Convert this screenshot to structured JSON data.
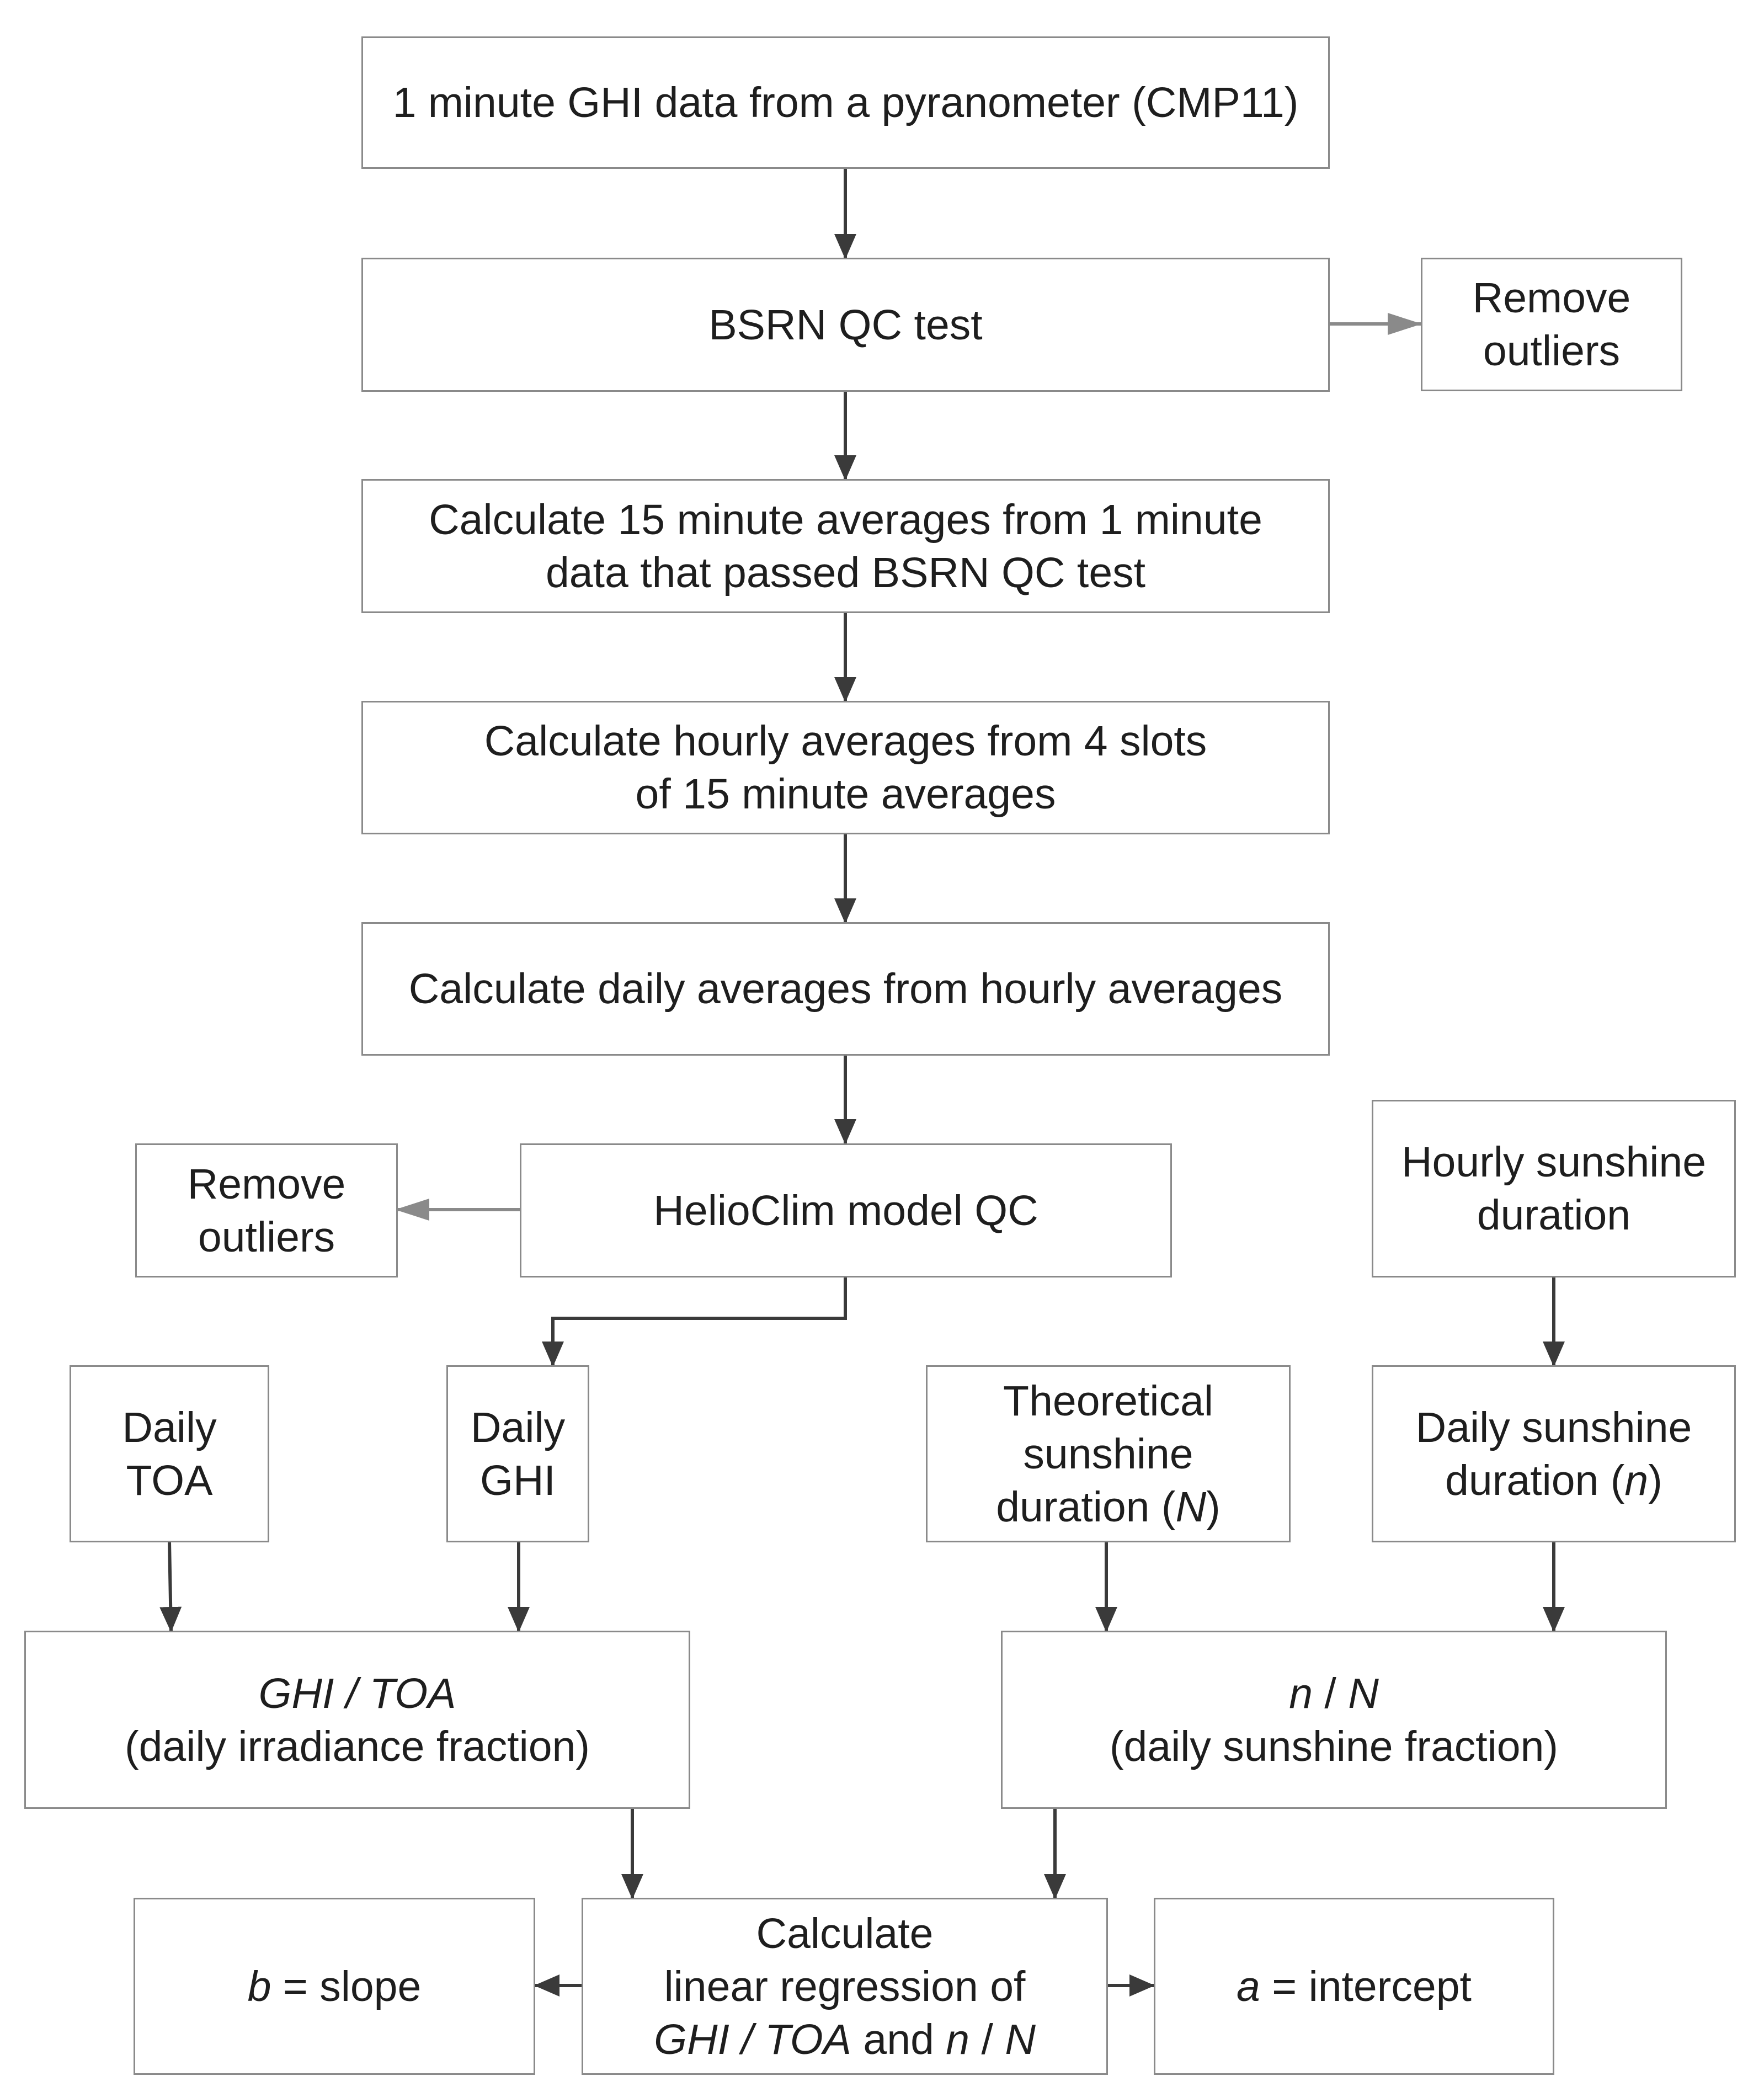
{
  "colors": {
    "box_border": "#8a8a8a",
    "text": "#1e1e1e",
    "main_arrow": "#3a3a3a",
    "side_arrow": "#8a8a8a",
    "background": "#ffffff"
  },
  "nodes": {
    "gh1": {
      "line1": "1 minute GHI data from a pyranometer (CMP11)"
    },
    "bsrn": {
      "line1": "BSRN QC test"
    },
    "remove_top": {
      "line1": "Remove",
      "line2": "outliers"
    },
    "avg15": {
      "line1": "Calculate 15 minute averages from 1 minute",
      "line2": "data that passed BSRN QC test"
    },
    "hourly": {
      "line1": "Calculate hourly averages from 4 slots",
      "line2": "of 15 minute averages"
    },
    "daily": {
      "line1": "Calculate daily averages from hourly averages"
    },
    "helioclim": {
      "line1": "HelioClim model QC"
    },
    "remove_mid": {
      "line1": "Remove",
      "line2": "outliers"
    },
    "hourly_sunshine": {
      "line1": "Hourly sunshine",
      "line2": "duration"
    },
    "daily_toa": {
      "line1": "Daily",
      "line2": "TOA"
    },
    "daily_ghi": {
      "line1": "Daily",
      "line2": "GHI"
    },
    "theoretical": {
      "line1": "Theoretical",
      "line2": "sunshine",
      "line3_pre": "duration (",
      "line3_var": "N",
      "line3_post": ")"
    },
    "daily_sunshine": {
      "line1": "Daily sunshine",
      "line2_pre": "duration (",
      "line2_var": "n",
      "line2_post": ")"
    },
    "ghi_toa": {
      "line1": "GHI / TOA",
      "line2": "(daily irradiance fraction)"
    },
    "n_over_n": {
      "line1_a": "n",
      "line1_sep": " / ",
      "line1_b": "N",
      "line2": "(daily sunshine fraction)"
    },
    "slope": {
      "var": "b",
      "rest": " = slope"
    },
    "regression": {
      "line1": "Calculate",
      "line2": "linear regression of",
      "line3_a": "GHI / TOA",
      "line3_mid": " and ",
      "line3_b": "n",
      "line3_sep": " / ",
      "line3_c": "N"
    },
    "intercept": {
      "var": "a",
      "rest": " = intercept"
    }
  }
}
